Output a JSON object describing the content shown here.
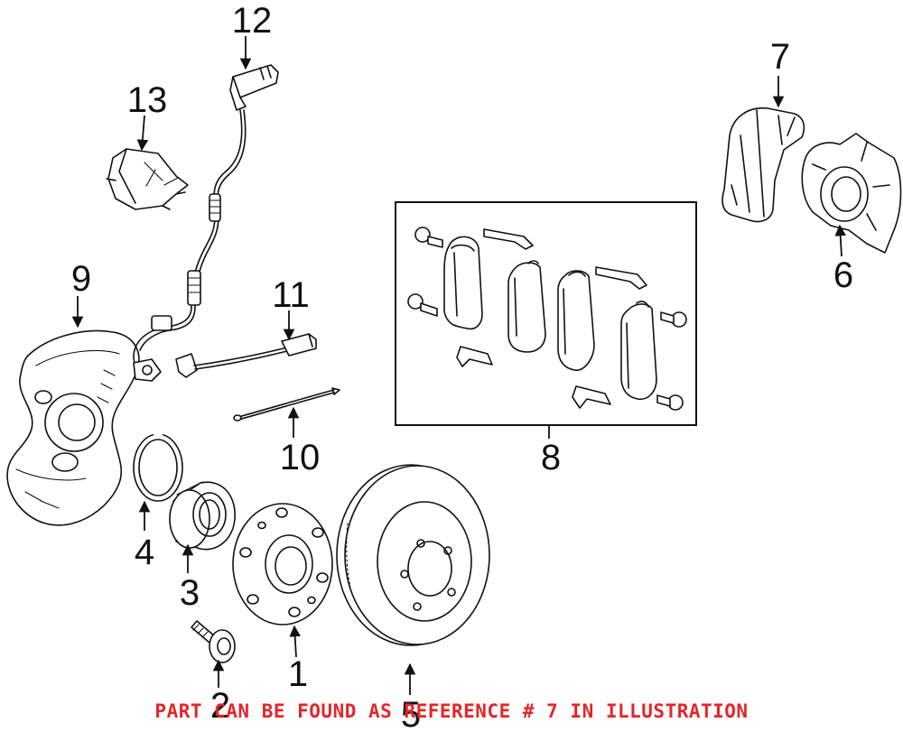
{
  "callouts": [
    "1",
    "2",
    "3",
    "4",
    "5",
    "6",
    "7",
    "8",
    "9",
    "10",
    "11",
    "12",
    "13"
  ],
  "footer": {
    "note": "PART CAN BE FOUND AS REFERENCE # 7 IN ILLUSTRATION",
    "color": "#e3262a"
  },
  "line_color": "#111111"
}
